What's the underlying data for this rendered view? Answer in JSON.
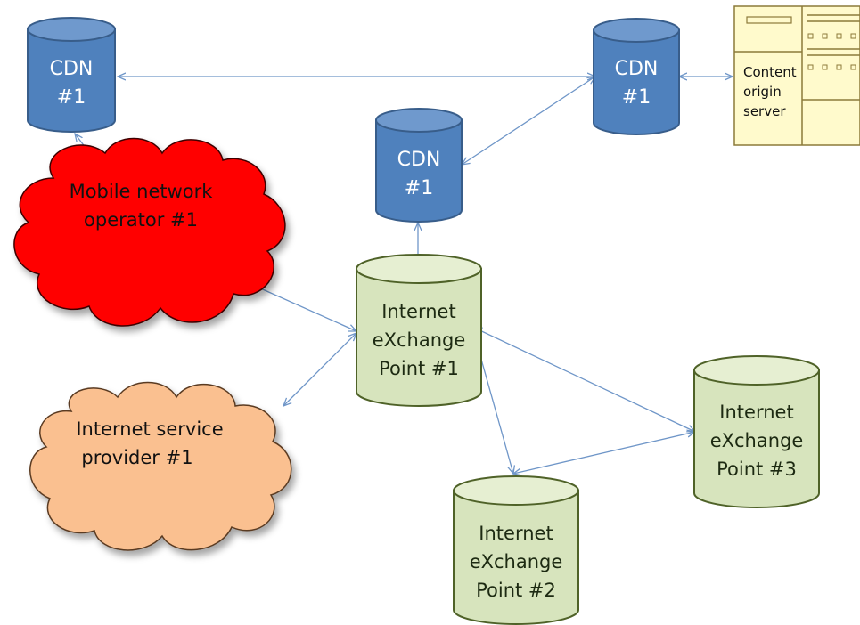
{
  "colors": {
    "cdn_fill": "#4f81bd",
    "cdn_top": "#6f99cd",
    "cdn_stroke": "#385d8a",
    "ixp_fill": "#d7e4bd",
    "ixp_top": "#e6efd2",
    "ixp_stroke": "#4f6228",
    "mobile_cloud": "#ff0000",
    "isp_cloud": "#fac090",
    "server_fill": "#fffacc",
    "server_stroke": "#8c7a3a",
    "edge": "#6f96c8"
  },
  "nodes": {
    "cdn_left": {
      "line1": "CDN",
      "line2": "#1"
    },
    "cdn_right": {
      "line1": "CDN",
      "line2": "#1"
    },
    "cdn_center": {
      "line1": "CDN",
      "line2": "#1"
    },
    "origin_server": {
      "line1": "Content",
      "line2": "origin",
      "line3": "server"
    },
    "mobile_operator": {
      "line1": "Mobile network",
      "line2": "operator #1"
    },
    "isp": {
      "line1": "Internet service",
      "line2": "provider #1"
    },
    "ixp1": {
      "line1": "Internet",
      "line2": "eXchange",
      "line3": "Point #1"
    },
    "ixp2": {
      "line1": "Internet",
      "line2": "eXchange",
      "line3": "Point #2"
    },
    "ixp3": {
      "line1": "Internet",
      "line2": "eXchange",
      "line3": "Point #3"
    }
  }
}
